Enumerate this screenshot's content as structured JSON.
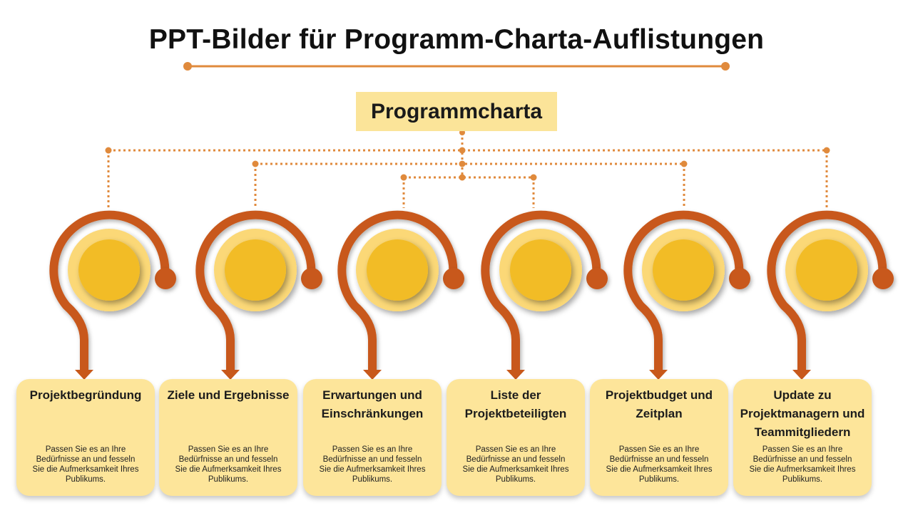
{
  "title": "PPT-Bilder für Programm-Charta-Auflistungen",
  "root": {
    "label": "Programmcharta"
  },
  "colors": {
    "accent": "#e08a3c",
    "arc": "#c8581a",
    "outer_circle": "#fbd877",
    "inner_circle": "#f2bc27",
    "card": "#fde59a",
    "root_box": "#fbe499"
  },
  "items": [
    {
      "title": "Projektbegründung",
      "description": "Passen Sie es an Ihre Bedürfnisse an und fesseln Sie die Aufmerksamkeit Ihres Publikums."
    },
    {
      "title": "Ziele und Ergebnisse",
      "description": "Passen Sie es an Ihre Bedürfnisse an und fesseln Sie die Aufmerksamkeit Ihres Publikums."
    },
    {
      "title": "Erwartungen und Einschränkungen",
      "description": "Passen Sie es an Ihre Bedürfnisse an und fesseln Sie die Aufmerksamkeit Ihres Publikums."
    },
    {
      "title": "Liste der Projektbeteiligten",
      "description": "Passen Sie es an Ihre Bedürfnisse an und fesseln Sie die Aufmerksamkeit Ihres Publikums."
    },
    {
      "title": "Projektbudget und Zeitplan",
      "description": "Passen Sie es an Ihre Bedürfnisse an und fesseln Sie die Aufmerksamkeit Ihres Publikums."
    },
    {
      "title": "Update zu Projektmanagern und Teammitgliedern",
      "description": "Passen Sie es an Ihre Bedürfnisse an und fesseln Sie die Aufmerksamkeit Ihres Publikums."
    }
  ]
}
